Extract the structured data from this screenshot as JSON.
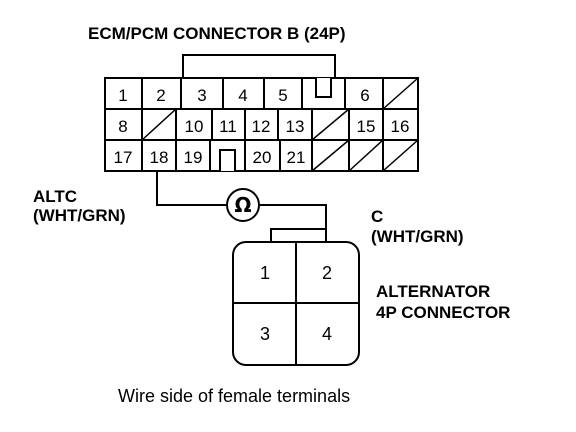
{
  "ecm_connector": {
    "title": "ECM/PCM CONNECTOR B (24P)",
    "row1": [
      "1",
      "2",
      "3",
      "4",
      "5",
      "",
      "6",
      ""
    ],
    "row2": [
      "8",
      "",
      "10",
      "11",
      "12",
      "13",
      "",
      "15",
      "16"
    ],
    "row3": [
      "17",
      "18",
      "19",
      "",
      "20",
      "21",
      "",
      ""
    ]
  },
  "wire_labels": {
    "altc_line1": "ALTC",
    "altc_line2": "(WHT/GRN)",
    "c_line1": "C",
    "c_line2": "(WHT/GRN)"
  },
  "meter_symbol": "Ω",
  "alternator": {
    "title_line1": "ALTERNATOR",
    "title_line2": "4P CONNECTOR",
    "pins": [
      "1",
      "2",
      "3",
      "4"
    ]
  },
  "caption": "Wire side of female terminals"
}
